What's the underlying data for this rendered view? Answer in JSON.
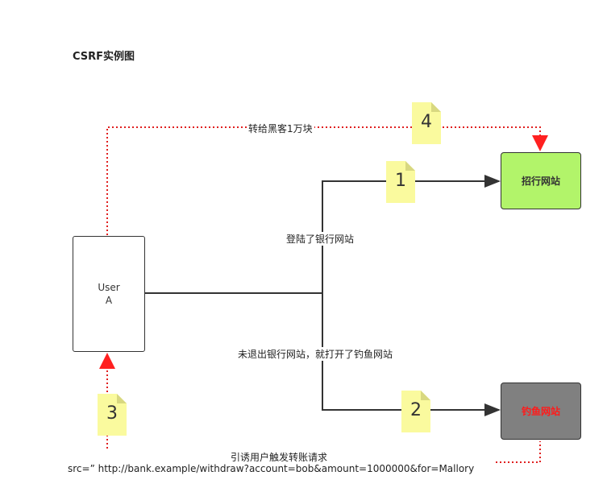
{
  "diagram": {
    "title": "CSRF实例图",
    "nodes": {
      "user": "User\nA",
      "bank": "招行网站",
      "phish": "钓鱼网站"
    },
    "labels": {
      "transfer": "转给黑客1万块",
      "login": "登陆了银行网站",
      "open_phish": "未退出银行网站，就打开了钓鱼网站",
      "lure": "引诱用户触发转账请求",
      "src": "src=” http://bank.example/withdraw?account=bob&amount=1000000&for=Mallory"
    },
    "steps": [
      "1",
      "2",
      "3",
      "4"
    ],
    "colors": {
      "bank_fill": "#b2f46a",
      "phish_fill": "#808080",
      "phish_text": "#ff1a1a",
      "dotted_red": "#e02020",
      "note_yellow": "#fafa9e"
    }
  }
}
